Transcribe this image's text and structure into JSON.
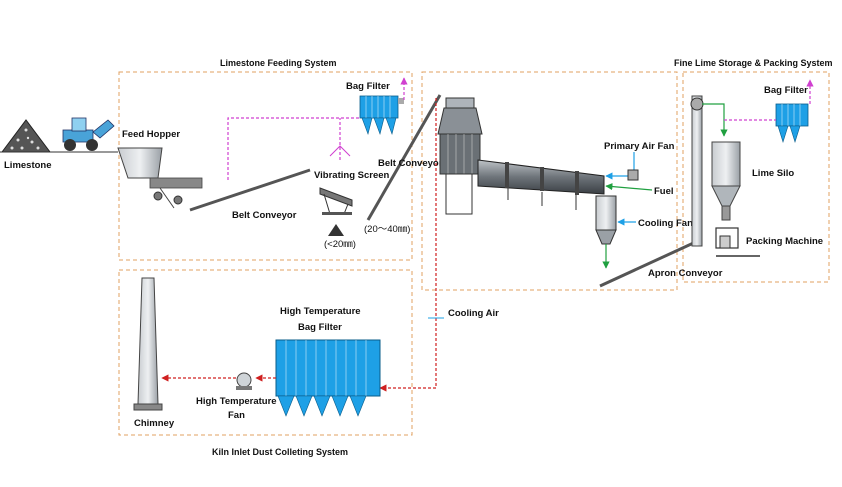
{
  "systems": {
    "feeding": "Limestone Feeding System",
    "storage": "Fine Lime Storage & Packing System",
    "dust": "Kiln Inlet Dust Colleting System"
  },
  "labels": {
    "limestone": "Limestone",
    "feed_hopper": "Feed Hopper",
    "bag_filter_feed": "Bag Filter",
    "belt_conveyor_1": "Belt Conveyor",
    "belt_conveyor_2": "Belt Conveyor",
    "vibrating_screen": "Vibrating Screen",
    "size_large": "(20～40㎜)",
    "size_small": "(<20㎜)",
    "primary_air_fan": "Primary Air Fan",
    "fuel": "Fuel",
    "cooling_fan": "Cooling Fan",
    "apron_conveyor": "Apron Conveyor",
    "bag_filter_storage": "Bag Filter",
    "lime_silo": "Lime Silo",
    "packing_machine": "Packing Machine",
    "cooling_air": "Cooling Air",
    "ht_bag_filter_1": "High Temperature",
    "ht_bag_filter_2": "Bag Filter",
    "ht_fan_1": "High Temperature",
    "ht_fan_2": "Fan",
    "chimney": "Chimney"
  },
  "colors": {
    "dashed_border": "#e0a060",
    "equipment_blue": "#1ea0e6",
    "pipe_magenta": "#d040d0",
    "pipe_red": "#d02020",
    "arrow_green": "#20a040",
    "conveyor": "#555555",
    "steel": "#9aa0a6"
  }
}
